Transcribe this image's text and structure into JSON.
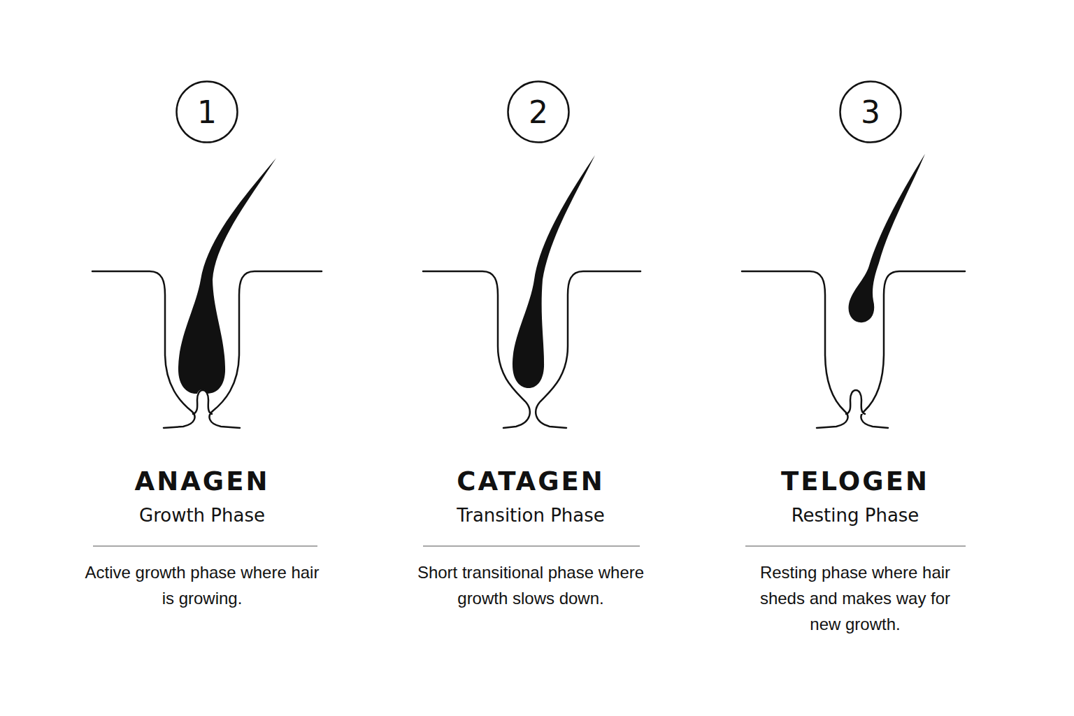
{
  "diagram": {
    "nodes": [
      {
        "text": [
          "1"
        ]
      },
      {
        "text": [
          "2"
        ]
      },
      {
        "text": [
          "3"
        ]
      }
    ],
    "labels": [
      "ANAGEN",
      "Growth Phase",
      "Active growth phase where hair is growing.",
      "CATAGEN",
      "Transition Phase",
      "Short transitional phase where growth slows down.",
      "TELOGEN",
      "Resting Phase",
      "Resting phase where hair sheds and makes way for new growth."
    ]
  }
}
